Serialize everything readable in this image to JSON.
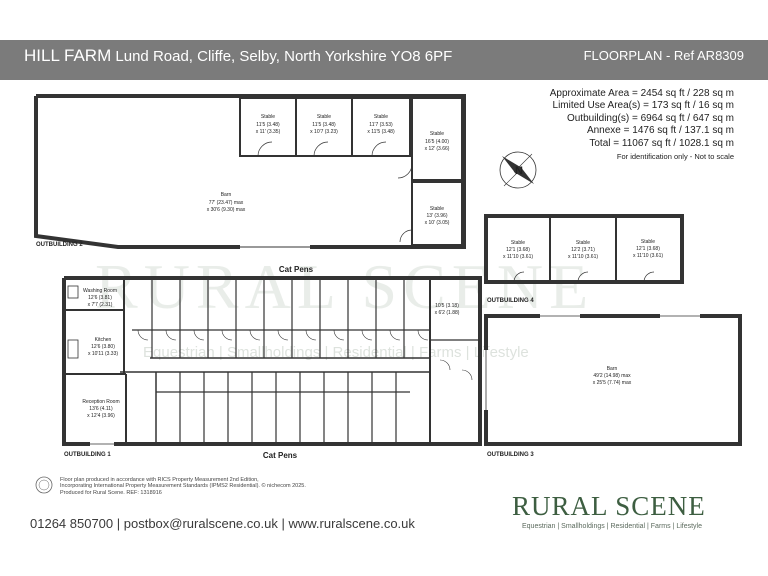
{
  "header": {
    "title_bold": "HILL FARM",
    "address": "Lund Road, Cliffe, Selby, North Yorkshire YO8 6PF",
    "right": "FLOORPLAN - Ref AR8309"
  },
  "areas": {
    "approx": "Approximate Area = 2454 sq ft / 228 sq m",
    "limited": "Limited Use Area(s) = 173 sq ft / 16 sq m",
    "outbuildings": "Outbuilding(s) = 6964 sq ft / 647 sq m",
    "annexe": "Annexe = 1476 sq ft / 137.1 sq m",
    "total": "Total = 11067 sq ft / 1028.1 sq m",
    "note": "For identification only - Not to scale"
  },
  "rooms": {
    "stable1": {
      "name": "Stable",
      "dim1": "11'5 (3.48)",
      "dim2": "x 11' (3.35)"
    },
    "stable2": {
      "name": "Stable",
      "dim1": "11'5 (3.48)",
      "dim2": "x 10'7 (3.23)"
    },
    "stable3": {
      "name": "Stable",
      "dim1": "11'7 (3.53)",
      "dim2": "x 11'5 (3.48)"
    },
    "stable4": {
      "name": "Stable",
      "dim1": "16'5 (4.00)",
      "dim2": "x 12' (3.66)"
    },
    "stable5": {
      "name": "Stable",
      "dim1": "13' (3.96)",
      "dim2": "x 10' (3.05)"
    },
    "barn1": {
      "name": "Barn",
      "dim1": "77' (23.47) max",
      "dim2": "x 30'6 (9.30) max"
    },
    "stable6": {
      "name": "Stable",
      "dim1": "12'1 (3.68)",
      "dim2": "x 11'10 (3.61)"
    },
    "stable7": {
      "name": "Stable",
      "dim1": "12'2 (3.71)",
      "dim2": "x 11'10 (3.61)"
    },
    "stable8": {
      "name": "Stable",
      "dim1": "12'1 (3.68)",
      "dim2": "x 11'10 (3.61)"
    },
    "barn2": {
      "name": "Barn",
      "dim1": "49'2 (14.98) max",
      "dim2": "x 25'5 (7.74) max"
    },
    "washing": {
      "name": "Washing Room",
      "dim1": "12'6 (3.81)",
      "dim2": "x 7'7 (2.31)"
    },
    "kitchen": {
      "name": "Kitchen",
      "dim1": "12'6 (3.80)",
      "dim2": "x 10'11 (3.33)"
    },
    "reception": {
      "name": "Reception Room",
      "dim1": "13'6 (4.11)",
      "dim2": "x 12'4 (3.96)"
    },
    "pen": {
      "dim1": "10'5 (3.18)",
      "dim2": "x 6'2 (1.88)"
    }
  },
  "labels": {
    "ob1": "OUTBUILDING 1",
    "ob2": "OUTBUILDING 2",
    "ob3": "OUTBUILDING 3",
    "ob4": "OUTBUILDING 4",
    "cat_pens_top": "Cat Pens",
    "cat_pens_bottom": "Cat Pens"
  },
  "compass": {
    "letter": "N"
  },
  "footer": {
    "line1": "Floor plan produced in accordance with RICS Property Measurement 2nd Edition,",
    "line2": "Incorporating International Property Measurement Standards (IPMS2 Residential).   © nichecom 2025.",
    "line3": "Produced for Rural Scene.    REF:   1318916",
    "contact": "01264 850700 | postbox@ruralscene.co.uk | www.ruralscene.co.uk"
  },
  "logo": {
    "main": "RURAL SCENE",
    "sub": "Equestrian | Smallholdings | Residential | Farms | Lifestyle"
  },
  "watermark": {
    "main": "RURAL SCENE",
    "sub": "Equestrian | Smallholdings | Residential | Farms | Lifestyle"
  }
}
